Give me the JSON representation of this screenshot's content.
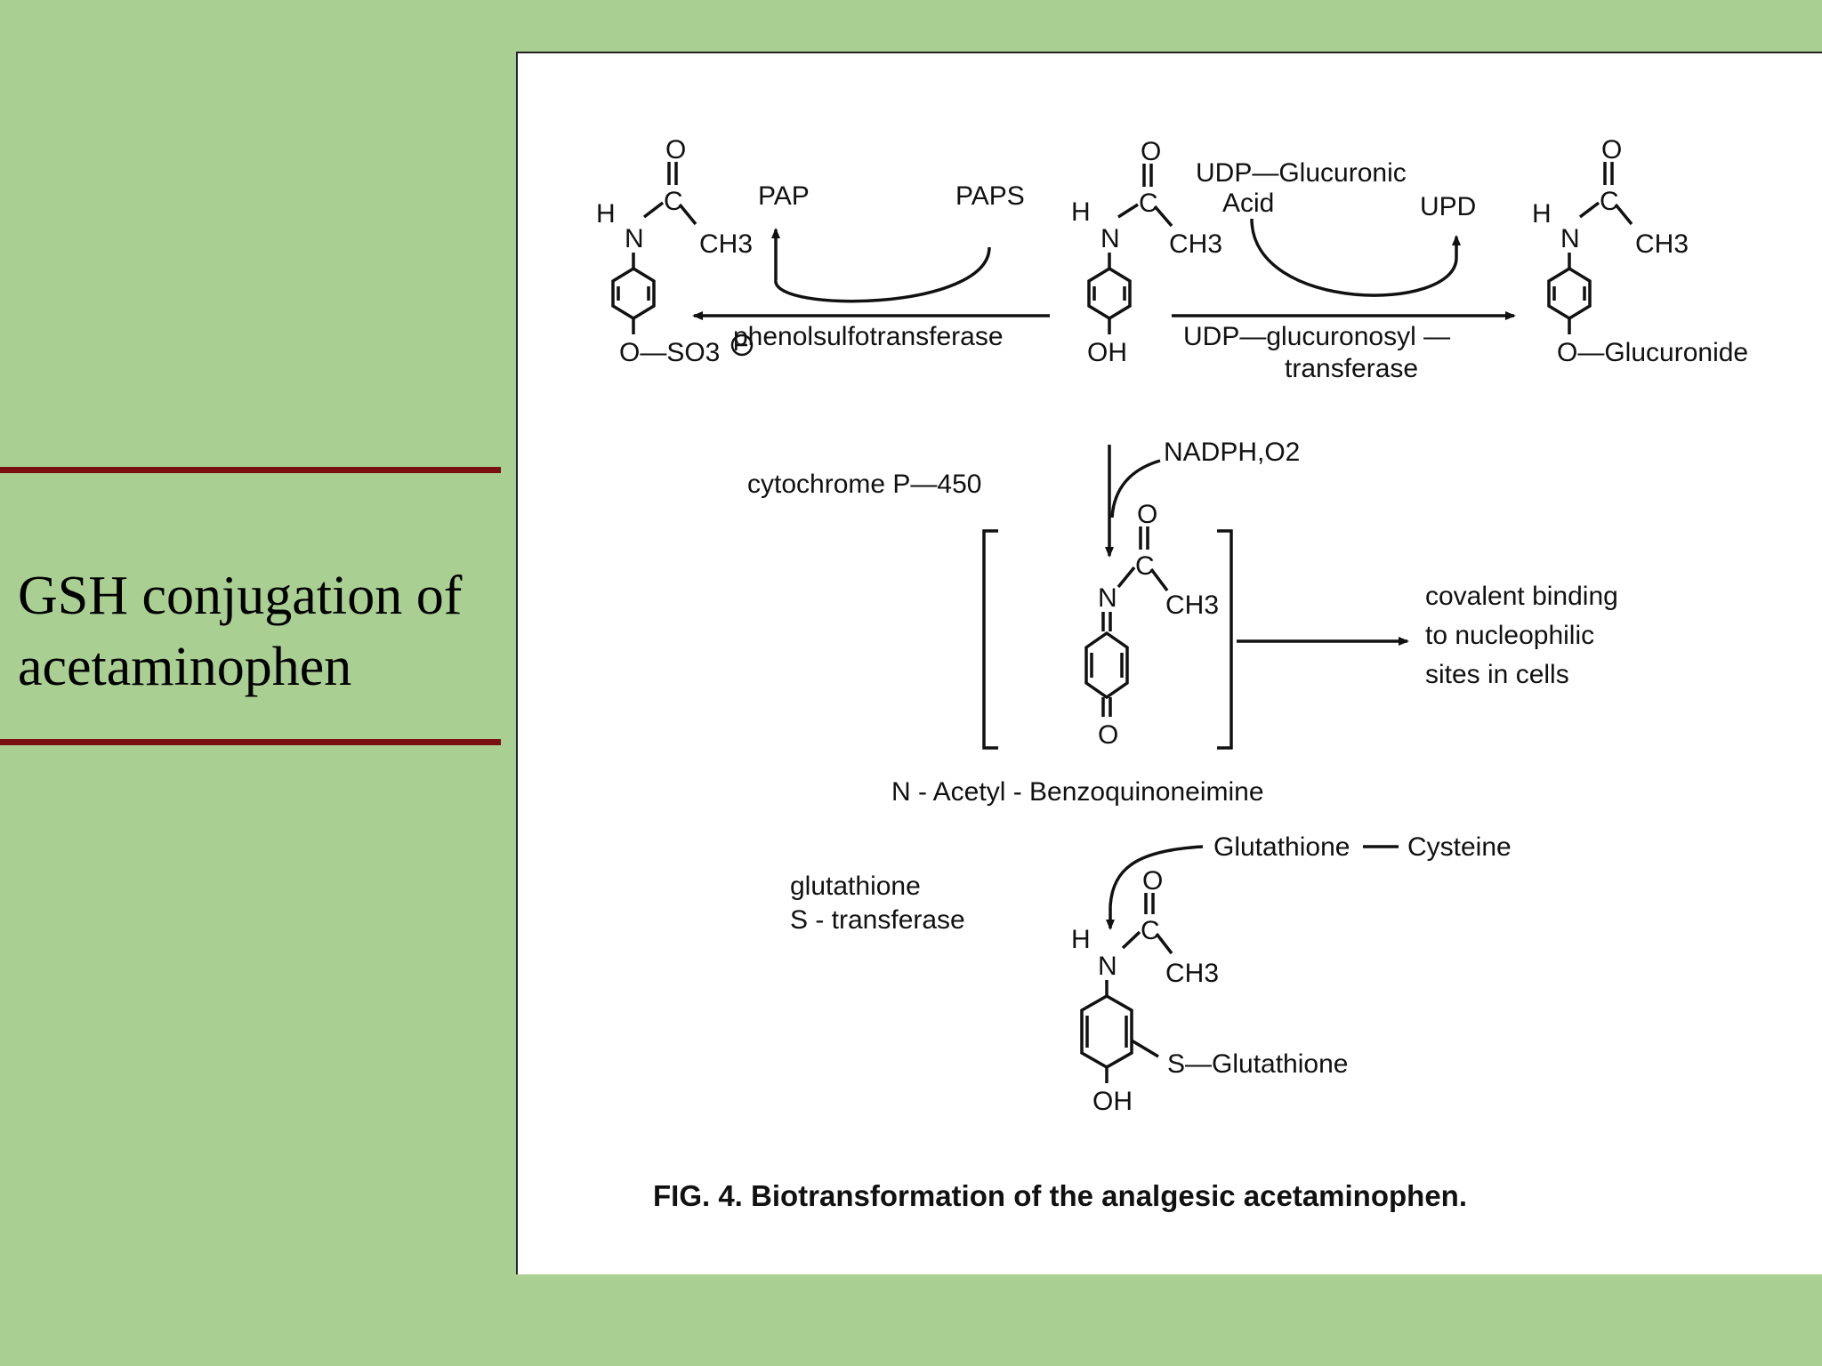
{
  "slide": {
    "title_line1": "GSH conjugation of",
    "title_line2": "acetaminophen"
  },
  "figure": {
    "caption": "FIG. 4. Biotransformation of the analgesic acetaminophen.",
    "cofactors": {
      "pap": "PAP",
      "paps": "PAPS",
      "udp_glucuronic_acid_1": "UDP—Glucuronic",
      "udp_glucuronic_acid_2": "Acid",
      "udp": "UPD",
      "nadph_o2": "NADPH,O2",
      "glutathione": "Glutathione",
      "cysteine": "Cysteine"
    },
    "enzymes": {
      "sulfotransferase": "phenolsulfotransferase",
      "ugt_line1": "UDP—glucuronosyl —",
      "ugt_line2": "transferase",
      "cyp": "cytochrome P—450",
      "gst_line1": "glutathione",
      "gst_line2": "S - transferase"
    },
    "compounds": {
      "napqi": "N - Acetyl - Benzoquinoneimine"
    },
    "substituents": {
      "sulfate": "O—SO3",
      "glucuronide": "O—Glucuronide",
      "oh": "OH",
      "s_glutathione": "S—Glutathione"
    },
    "outcome": {
      "line1": "covalent binding",
      "line2": "to nucleophilic",
      "line3": "sites in cells"
    },
    "atoms": {
      "o": "O",
      "n": "N",
      "c": "C",
      "h": "H",
      "ch3": "CH3"
    }
  }
}
